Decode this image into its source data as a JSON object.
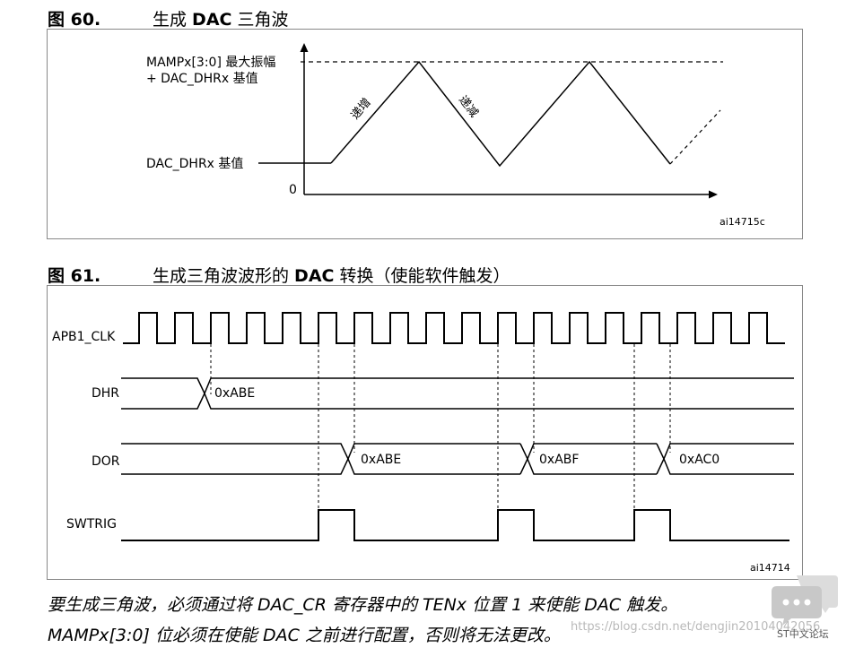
{
  "figure60": {
    "number": "图 60.",
    "title_prefix": "生成 ",
    "title_bold": "DAC",
    "title_suffix": " 三角波",
    "max_label_line1": "MAMPx[3:0] 最大振幅",
    "max_label_line2": "+ DAC_DHRx 基值",
    "base_label": "DAC_DHRx 基值",
    "zero_label": "0",
    "increment_label": "递增",
    "decrement_label": "递减",
    "figure_id": "ai14715c"
  },
  "figure61": {
    "number": "图 61.",
    "title_prefix": "生成三角波波形的 ",
    "title_bold": "DAC",
    "title_suffix": " 转换（使能软件触发）",
    "signals": {
      "clk": "APB1_CLK",
      "dhr": "DHR",
      "dor": "DOR",
      "swtrig": "SWTRIG"
    },
    "dhr_value": "0xABE",
    "dor_values": [
      "0xABE",
      "0xABF",
      "0xAC0"
    ],
    "figure_id": "ai14714"
  },
  "notes": {
    "line1": "要生成三角波，必须通过将 DAC_CR 寄存器中的 TENx 位置 1 来使能 DAC 触发。",
    "line2": "MAMPx[3:0] 位必须在使能 DAC 之前进行配置，否则将无法更改。"
  },
  "watermark": "https://blog.csdn.net/dengjin20104042056",
  "forum_name": "ST中文论坛",
  "colors": {
    "border": "#888888",
    "line": "#000000",
    "watermark": "#b9b9b9",
    "logo": "#c8c8c8"
  }
}
